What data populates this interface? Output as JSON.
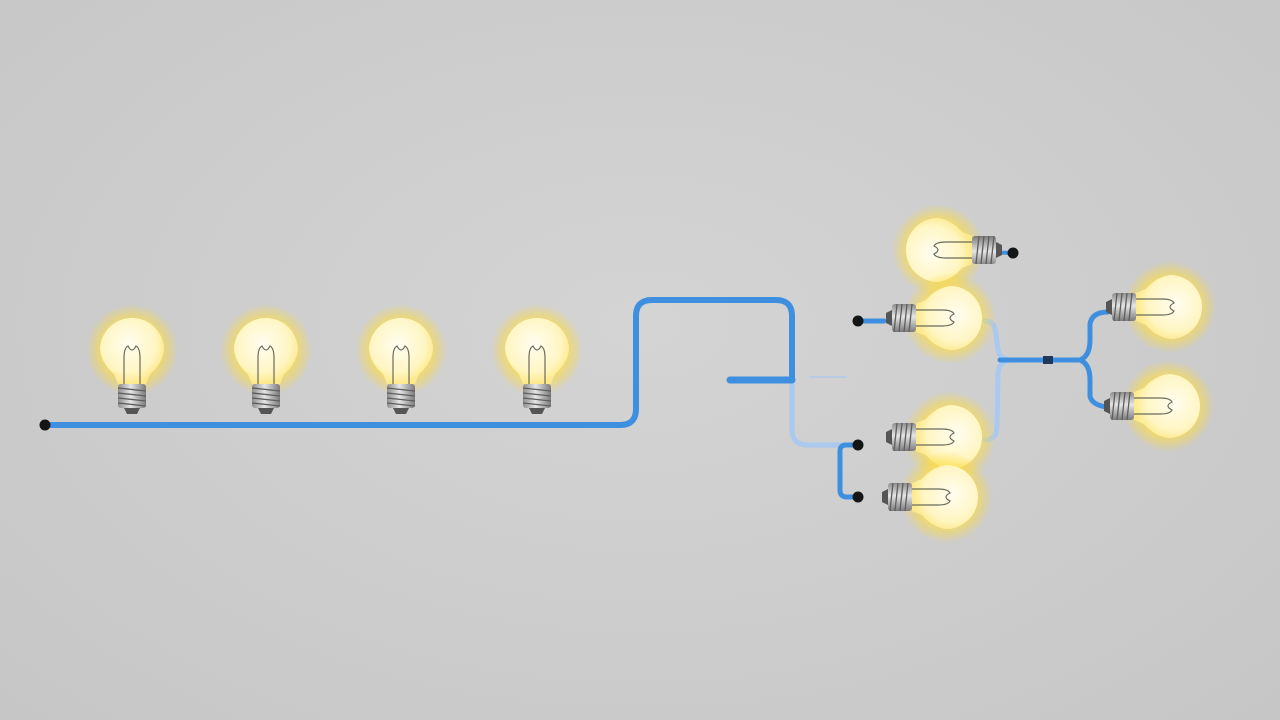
{
  "scene": {
    "background": "#cdcdcd",
    "wire_color": "#3f8fe0",
    "wire_dark": "#2c6fc4",
    "wire_faded": "#a9c9ee",
    "bulb_glass": "#fff7c9",
    "bulb_glow": "#ffd92a",
    "bulb_base": "#b9b9b9",
    "terminal": "#151515"
  },
  "bulbs": [
    {
      "name": "bulb-series-1",
      "orientation": "up",
      "lit": true
    },
    {
      "name": "bulb-series-2",
      "orientation": "up",
      "lit": true
    },
    {
      "name": "bulb-series-3",
      "orientation": "up",
      "lit": true
    },
    {
      "name": "bulb-series-4",
      "orientation": "up",
      "lit": true
    },
    {
      "name": "bulb-top",
      "orientation": "left",
      "lit": true
    },
    {
      "name": "bulb-right-upper-left",
      "orientation": "right",
      "lit": true
    },
    {
      "name": "bulb-right-lower-left",
      "orientation": "right",
      "lit": true
    },
    {
      "name": "bulb-bottom",
      "orientation": "right",
      "lit": true
    },
    {
      "name": "bulb-far-right-upper",
      "orientation": "right",
      "lit": true
    },
    {
      "name": "bulb-far-right-lower",
      "orientation": "right",
      "lit": true
    }
  ]
}
